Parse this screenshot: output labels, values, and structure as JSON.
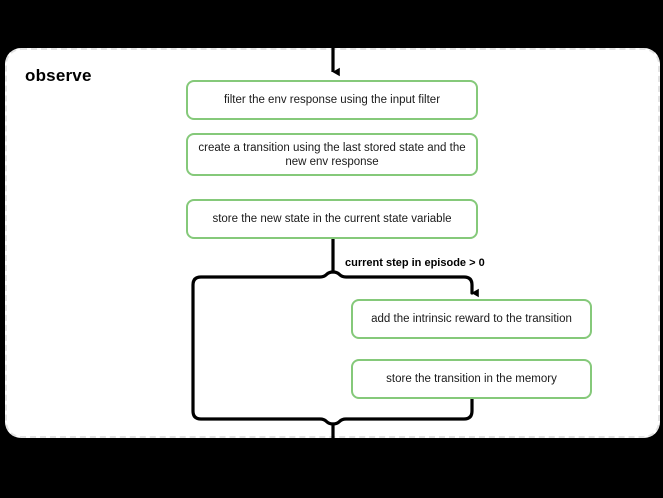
{
  "diagram": {
    "type": "flowchart",
    "title": "observe",
    "background_color": "#000000",
    "container": {
      "label": "observe",
      "fill": "#ffffff",
      "border_color": "#e3e3e3",
      "border_style": "dashed"
    },
    "node_style": {
      "border_color": "#85c97a",
      "fill": "#ffffff",
      "text_color": "#1a1a1a"
    },
    "connector_color": "#000000",
    "nodes": [
      {
        "id": "filter-env-response",
        "label": "filter the env response using the input filter"
      },
      {
        "id": "create-transition",
        "label": "create a transition using the last stored state and the new env response"
      },
      {
        "id": "store-new-state",
        "label": "store the new state in the current state variable"
      },
      {
        "id": "add-intrinsic-reward",
        "label": "add the intrinsic reward to the transition"
      },
      {
        "id": "store-transition",
        "label": "store the transition in the memory"
      }
    ],
    "conditions": [
      {
        "id": "current-step-condition",
        "label": "current step in episode > 0"
      }
    ]
  }
}
